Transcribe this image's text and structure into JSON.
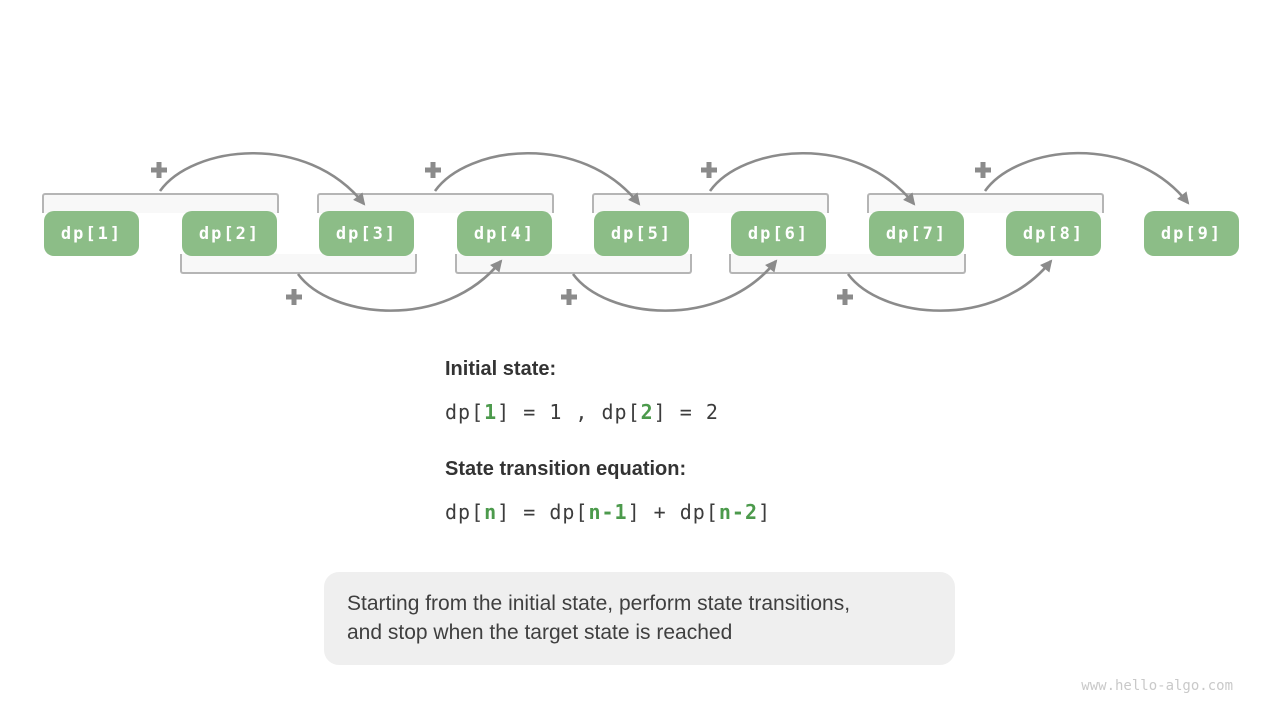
{
  "diagram": {
    "boxes": [
      "dp[1]",
      "dp[2]",
      "dp[3]",
      "dp[4]",
      "dp[5]",
      "dp[6]",
      "dp[7]",
      "dp[8]",
      "dp[9]"
    ],
    "plus_symbol": "+",
    "colors": {
      "box_green": "#8CBD87",
      "accent_green": "#4C9A4C",
      "arrow_gray": "#8B8B8B",
      "bracket_border": "#B5B5B5",
      "bracket_fill": "#F8F8F8",
      "callout_bg": "#EFEFEF",
      "text_dark": "#3C3C3C"
    }
  },
  "initial_state": {
    "heading": "Initial state:",
    "formula": {
      "seg0": "dp[",
      "seg1": "1",
      "seg2": "] = 1 , dp[",
      "seg3": "2",
      "seg4": "] = 2"
    }
  },
  "transition": {
    "heading": "State transition equation:",
    "formula": {
      "seg0": "dp[",
      "seg1": "n",
      "seg2": "] = dp[",
      "seg3": "n-1",
      "seg4": "] + dp[",
      "seg5": "n-2",
      "seg6": "]"
    }
  },
  "callout": {
    "line1": "Starting from the initial state, perform state transitions,",
    "line2": "and stop when the target state is reached"
  },
  "watermark": "www.hello-algo.com"
}
